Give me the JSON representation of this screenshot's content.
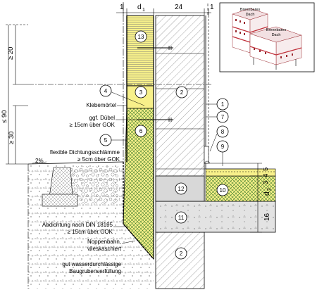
{
  "dims": {
    "top_left_1": "1",
    "top_d1": "d",
    "top_d1_sub": "1",
    "top_24": "24",
    "top_right_1": "1",
    "left_ge20": "≥ 20",
    "left_le90": "≤ 90",
    "left_ge30": "≥ 30",
    "right_4": "4",
    "right_5": "5",
    "right_3": "3",
    "right_d2": "d",
    "right_d2_sub": "2",
    "right_16": "16",
    "slope": "2%"
  },
  "markers": [
    "13",
    "4",
    "3",
    "2",
    "1",
    "7",
    "5",
    "6",
    "8",
    "9",
    "12",
    "10",
    "11",
    "2"
  ],
  "labels": {
    "klebemoertel": "Klebemörtel",
    "duebel_1": "ggf. Dübel",
    "duebel_2": "≥ 15cm über GOK",
    "dichtung_1": "flexible Dichtungsschlämme",
    "dichtung_2": "≥ 5cm über GOK",
    "abdichtung_1": "Abdichtung nach DIN 18195",
    "abdichtung_2": "≥ 15cm über GOK",
    "noppen_1": "Noppenbahn,",
    "noppen_2": "vlieskaschiert",
    "verfuell_1": "gut wasserdurchlässige",
    "verfuell_2": "Baugrubenverfüllung"
  },
  "inset": {
    "label_top_1": "Brennbares",
    "label_top_2": "Dach",
    "label_right_1": "Brennbares",
    "label_right_2": "Dach"
  },
  "colors": {
    "insulation": "#f7f08a",
    "mesh": "#3a7a2a",
    "accent": "#c0303a"
  }
}
